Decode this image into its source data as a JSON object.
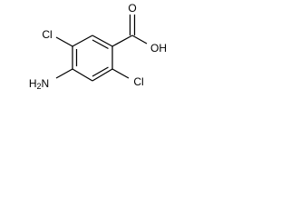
{
  "molecule": {
    "atom_labels": {
      "carboxyl_oxygen": "O",
      "hydroxyl": "OH",
      "chlorine_top": "Cl",
      "chlorine_bottom": "Cl",
      "amine_H": "H",
      "amine_sub": "2",
      "amine_N": "N"
    }
  }
}
